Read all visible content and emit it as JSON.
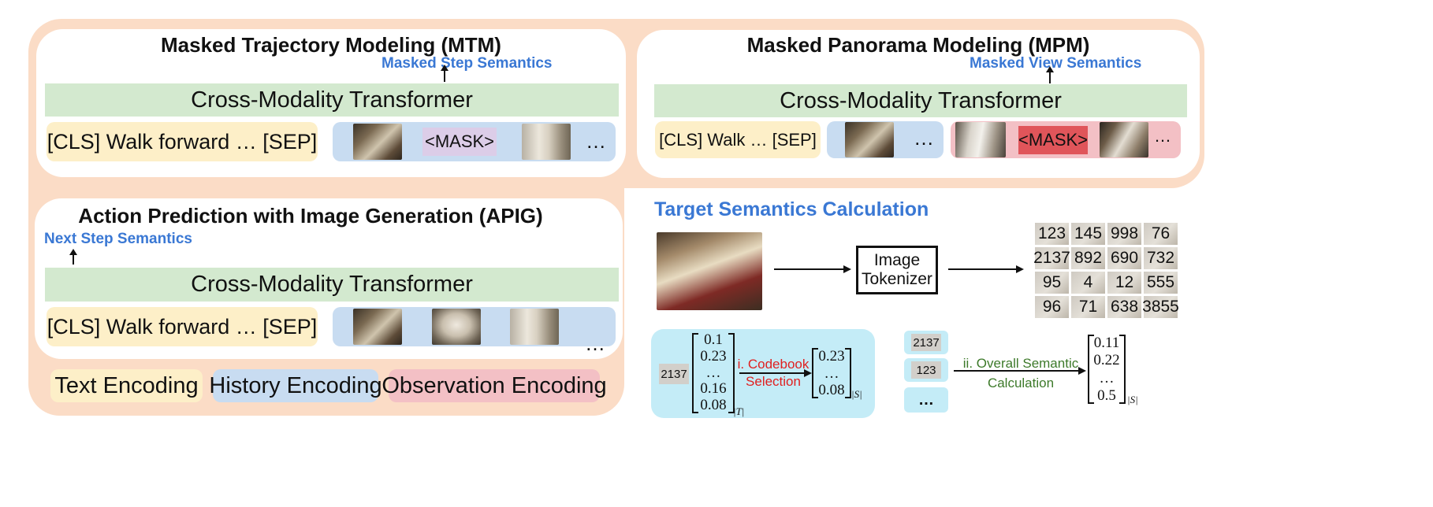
{
  "mtm": {
    "title": "Masked Trajectory Modeling (MTM)",
    "output_label": "Masked Step Semantics",
    "transformer": "Cross-Modality Transformer",
    "text_input": "[CLS] Walk forward … [SEP]",
    "mask_token": "<MASK>",
    "ellipsis": "…"
  },
  "mpm": {
    "title": "Masked Panorama Modeling (MPM)",
    "output_label": "Masked View Semantics",
    "transformer": "Cross-Modality Transformer",
    "text_input": "[CLS] Walk … [SEP]",
    "history_ellipsis": "…",
    "mask_token": "<MASK>",
    "obs_ellipsis": "…"
  },
  "apig": {
    "title": "Action Prediction with Image Generation (APIG)",
    "output_label": "Next Step Semantics",
    "transformer": "Cross-Modality Transformer",
    "text_input": "[CLS] Walk forward … [SEP]",
    "ellipsis": "…"
  },
  "legend": {
    "text": "Text Encoding",
    "history": "History Encoding",
    "observation": "Observation Encoding"
  },
  "target": {
    "title": "Target Semantics Calculation",
    "tokenizer_line1": "Image",
    "tokenizer_line2": "Tokenizer",
    "grid": [
      [
        "123",
        "145",
        "998",
        "76"
      ],
      [
        "2137",
        "892",
        "690",
        "732"
      ],
      [
        "95",
        "4",
        "12",
        "555"
      ],
      [
        "96",
        "71",
        "638",
        "3855"
      ]
    ],
    "codebook": {
      "token": "2137",
      "vector_in": [
        "0.1",
        "0.23",
        "…",
        "0.16",
        "0.08"
      ],
      "sub_in": "|T|",
      "step_line1": "i. Codebook",
      "step_line2": "Selection",
      "vector_out": [
        "0.23",
        "…",
        "0.08"
      ],
      "sub_out": "|S|"
    },
    "overall": {
      "tokens": [
        "2137",
        "123",
        "…"
      ],
      "step_line1": "ii. Overall Semantic",
      "step_line2": "Calculation",
      "vector": [
        "0.11",
        "0.22",
        "…",
        "0.5"
      ],
      "sub": "|S|"
    }
  },
  "colors": {
    "peach": "#fbdcc6",
    "green_band": "#d3e9cf",
    "text_enc": "#fdefc8",
    "history_enc": "#c8dcf1",
    "observation_enc": "#f3c0c5",
    "label_blue": "#3a78d4",
    "step_red": "#e02020",
    "step_green": "#3d7a2a",
    "codebook_bg": "#c4ecf7"
  }
}
